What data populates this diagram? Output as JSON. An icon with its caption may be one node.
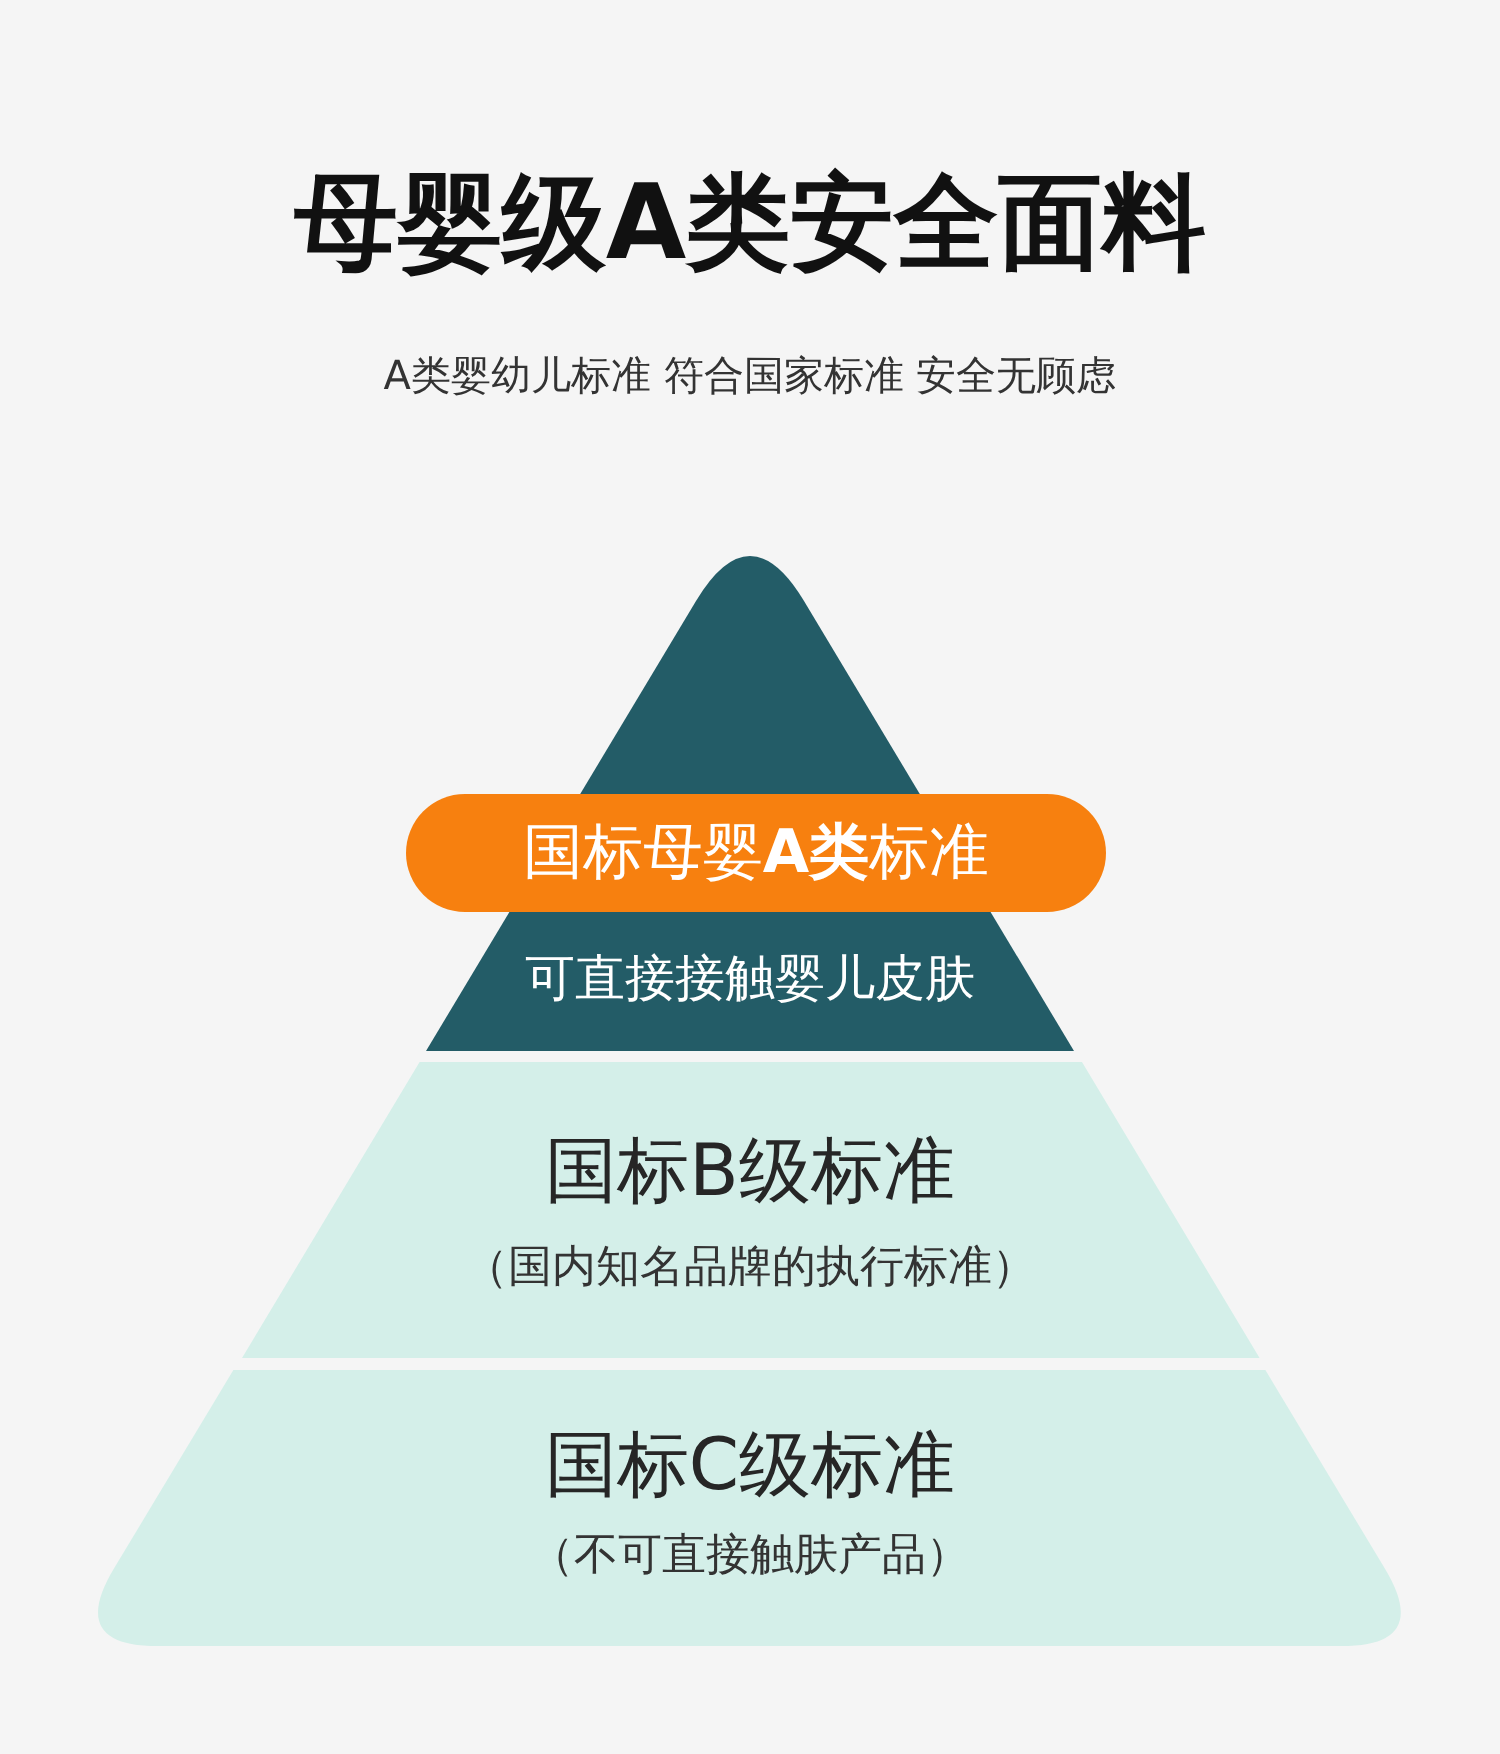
{
  "diagram": {
    "title": "母婴级A类安全面料",
    "nodes": [
      {
        "text": [
          "国标母婴**A类**标准"
        ]
      },
      {
        "text": [
          "可直接接触婴儿皮肤"
        ]
      },
      {
        "text": [
          "国标B级标准",
          "（国内知名品牌的执行标准）"
        ]
      },
      {
        "text": [
          "国标C级标准",
          "（不可直接触肤产品）"
        ]
      }
    ],
    "labels": [
      "A类婴幼儿标准 符合国家标准 安全无顾虑"
    ]
  }
}
